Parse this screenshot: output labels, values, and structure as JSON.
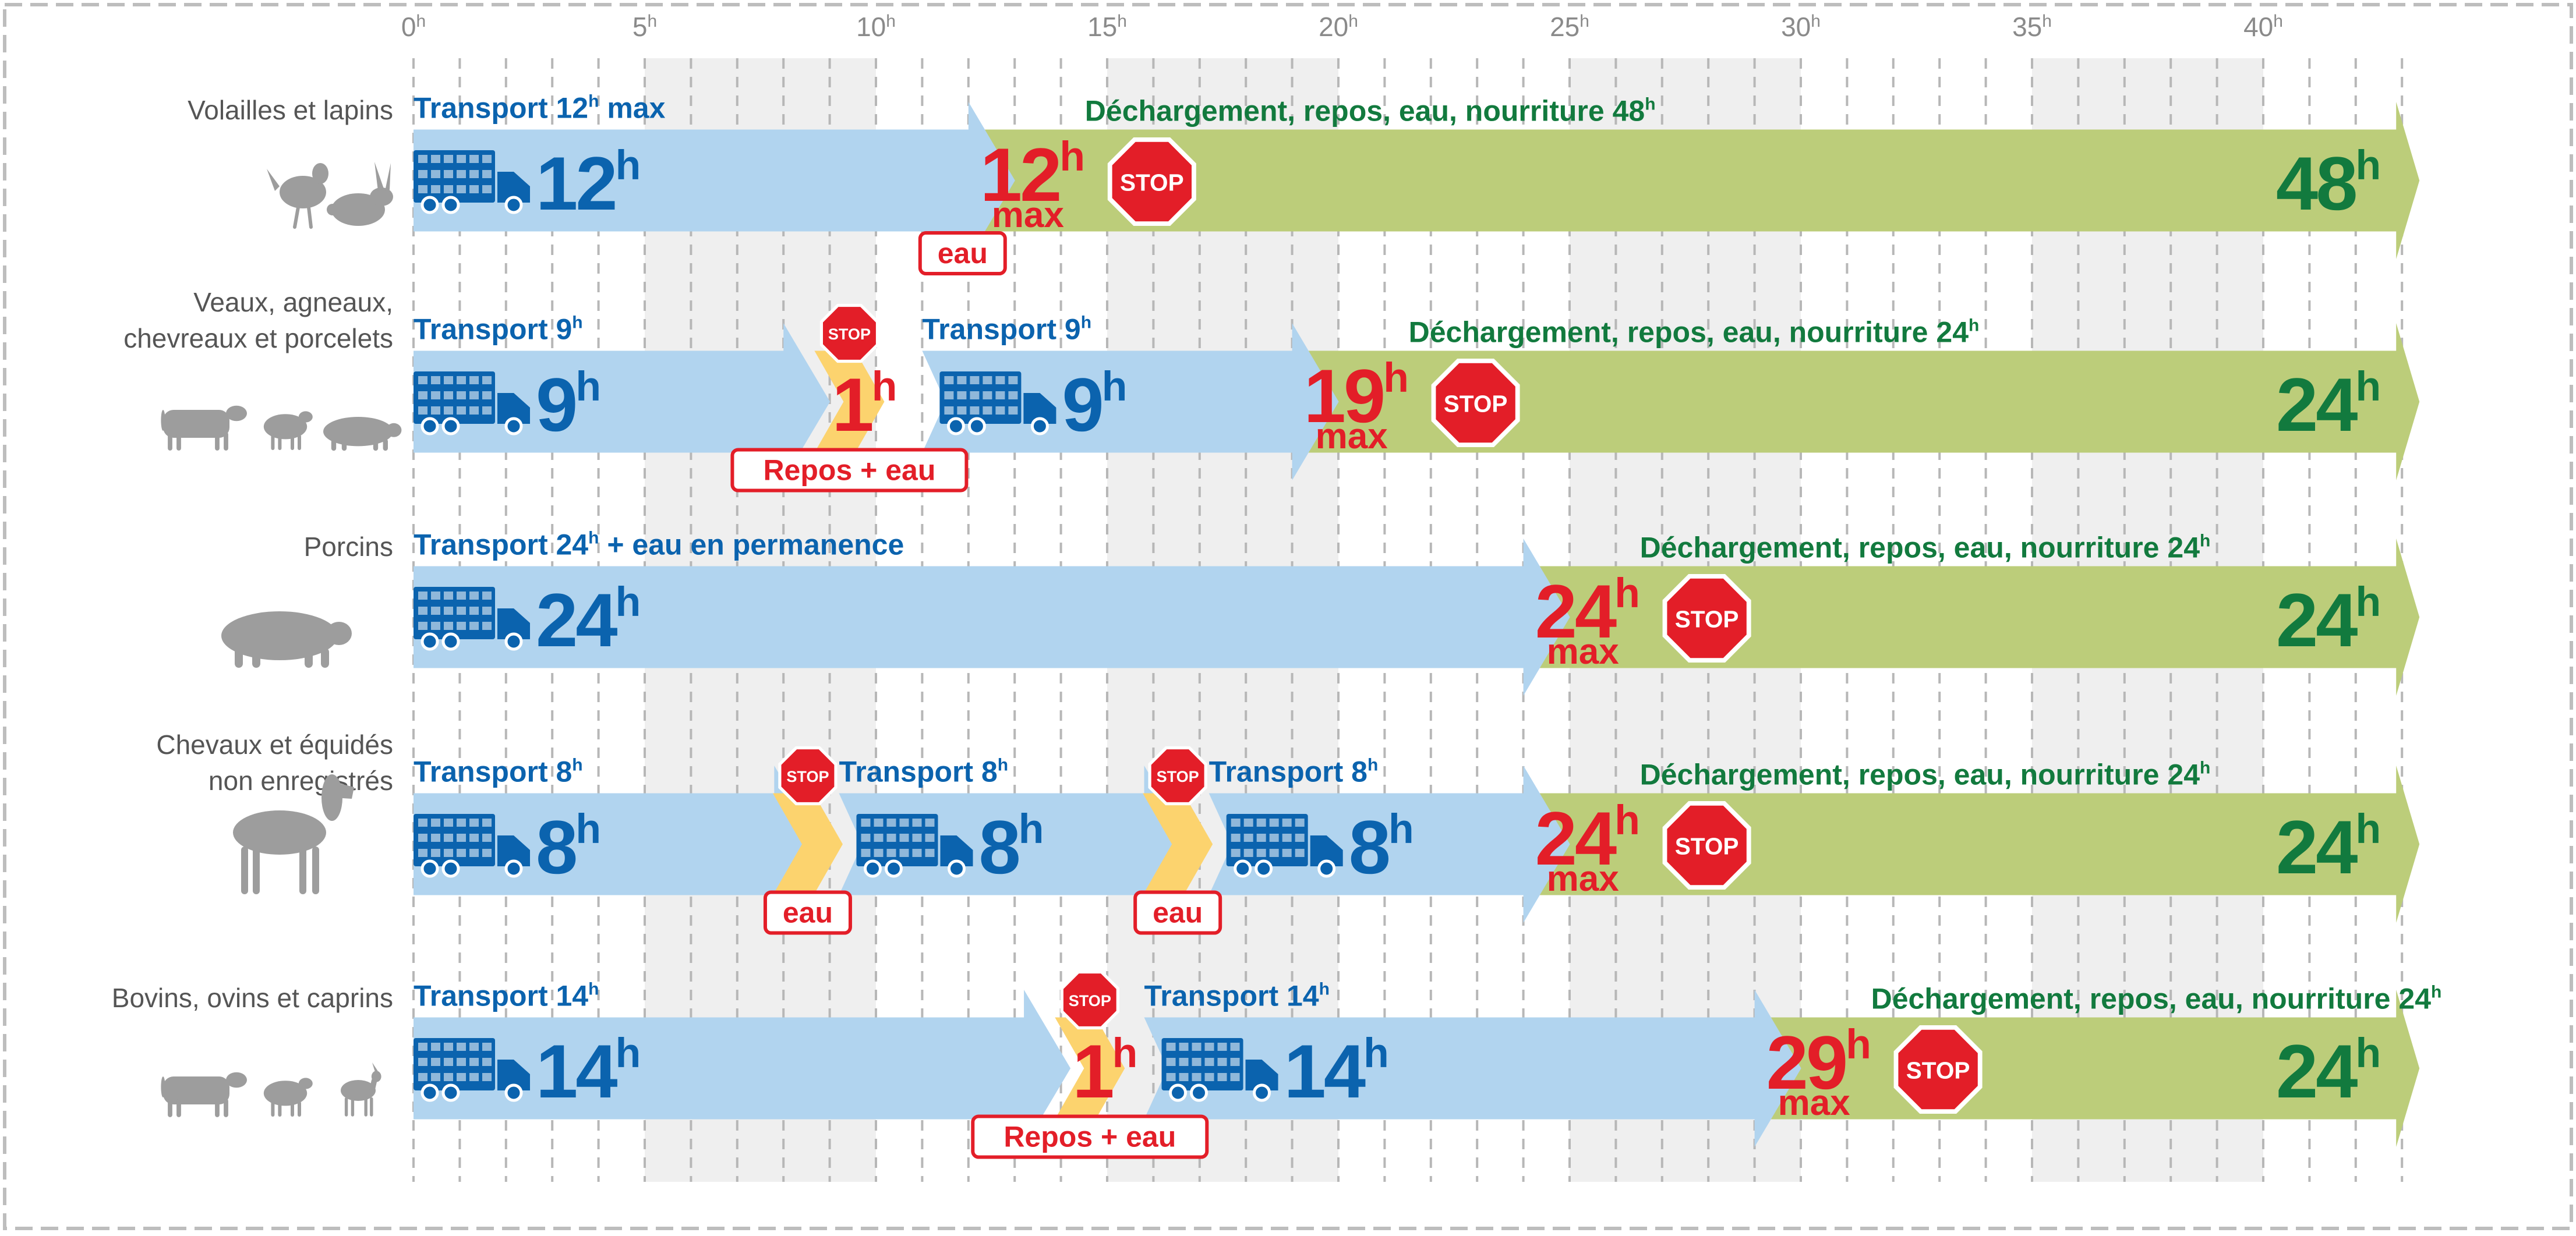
{
  "colors": {
    "transport": "#b1d4ef",
    "transport_text": "#0b63ae",
    "rest": "#bccd7a",
    "rest_text": "#127a3e",
    "pause": "#fcd36e",
    "stop": "#e31e28",
    "label_gray": "#555555",
    "animal_gray": "#9d9d9d",
    "grid_shade": "#efefef"
  },
  "axis": {
    "min_hours": 0,
    "max_hours": 43,
    "tick_labels": [
      "0h",
      "5h",
      "10h",
      "15h",
      "20h",
      "25h",
      "30h",
      "35h",
      "40h"
    ],
    "tick_values": [
      0,
      5,
      10,
      15,
      20,
      25,
      30,
      35,
      40
    ]
  },
  "rows": [
    {
      "label": [
        "Volailles et lapins"
      ],
      "animals": [
        "chicken-icon",
        "rabbit-icon"
      ],
      "transport_legs": [
        {
          "start": 0,
          "end": 12,
          "hours_text": "12",
          "caption": "Transport 12h max"
        }
      ],
      "pauses": [],
      "max_badge": {
        "hours": 12,
        "number": "12",
        "sup": "h",
        "word": "max",
        "tag": "eau"
      },
      "stop_text": "STOP",
      "rest_caption": "Déchargement, repos, eau, nourriture 48h",
      "rest_hours_text": "48"
    },
    {
      "label": [
        "Veaux, agneaux,",
        "chevreaux et porcelets"
      ],
      "animals": [
        "cow-icon",
        "lamb-icon",
        "pig-icon"
      ],
      "transport_legs": [
        {
          "start": 0,
          "end": 8,
          "hours_text": "9",
          "caption": "Transport 9h"
        },
        {
          "start": 11,
          "end": 19,
          "hours_text": "9",
          "caption": "Transport 9h"
        }
      ],
      "pauses": [
        {
          "at": 9.3,
          "hours_text": "1",
          "tag": "Repos + eau"
        }
      ],
      "max_badge": {
        "hours": 19,
        "number": "19",
        "sup": "h",
        "word": "max",
        "tag": ""
      },
      "stop_text": "STOP",
      "rest_caption": "Déchargement, repos, eau, nourriture 24h",
      "rest_hours_text": "24"
    },
    {
      "label": [
        "Porcins"
      ],
      "animals": [
        "pig-icon"
      ],
      "transport_legs": [
        {
          "start": 0,
          "end": 24,
          "hours_text": "24",
          "caption": "Transport 24h + eau en permanence"
        }
      ],
      "pauses": [],
      "max_badge": {
        "hours": 24,
        "number": "24",
        "sup": "h",
        "word": "max",
        "tag": ""
      },
      "stop_text": "STOP",
      "rest_caption": "Déchargement, repos, eau, nourriture 24h",
      "rest_hours_text": "24"
    },
    {
      "label": [
        "Chevaux et équidés",
        "non enregistrés"
      ],
      "animals": [
        "horse-icon"
      ],
      "transport_legs": [
        {
          "start": 0,
          "end": 7.8,
          "hours_text": "8",
          "caption": "Transport 8h"
        },
        {
          "start": 9.2,
          "end": 15.8,
          "hours_text": "8",
          "caption": "Transport 8h"
        },
        {
          "start": 17.2,
          "end": 24,
          "hours_text": "8",
          "caption": "Transport 8h"
        }
      ],
      "pauses": [
        {
          "at": 8.4,
          "hours_text": "",
          "tag": "eau"
        },
        {
          "at": 16.4,
          "hours_text": "",
          "tag": "eau"
        }
      ],
      "max_badge": {
        "hours": 24,
        "number": "24",
        "sup": "h",
        "word": "max",
        "tag": ""
      },
      "stop_text": "STOP",
      "rest_caption": "Déchargement, repos, eau, nourriture 24h",
      "rest_hours_text": "24"
    },
    {
      "label": [
        "Bovins, ovins et caprins"
      ],
      "animals": [
        "cow-icon",
        "sheep-icon",
        "goat-icon"
      ],
      "transport_legs": [
        {
          "start": 0,
          "end": 13.2,
          "hours_text": "14",
          "caption": "Transport 14h"
        },
        {
          "start": 15.8,
          "end": 29,
          "hours_text": "14",
          "caption": "Transport 14h"
        }
      ],
      "pauses": [
        {
          "at": 14.5,
          "hours_text": "1",
          "tag": "Repos + eau"
        }
      ],
      "max_badge": {
        "hours": 29,
        "number": "29",
        "sup": "h",
        "word": "max",
        "tag": ""
      },
      "stop_text": "STOP",
      "rest_caption": "Déchargement, repos, eau, nourriture 24h",
      "rest_hours_text": "24"
    }
  ]
}
